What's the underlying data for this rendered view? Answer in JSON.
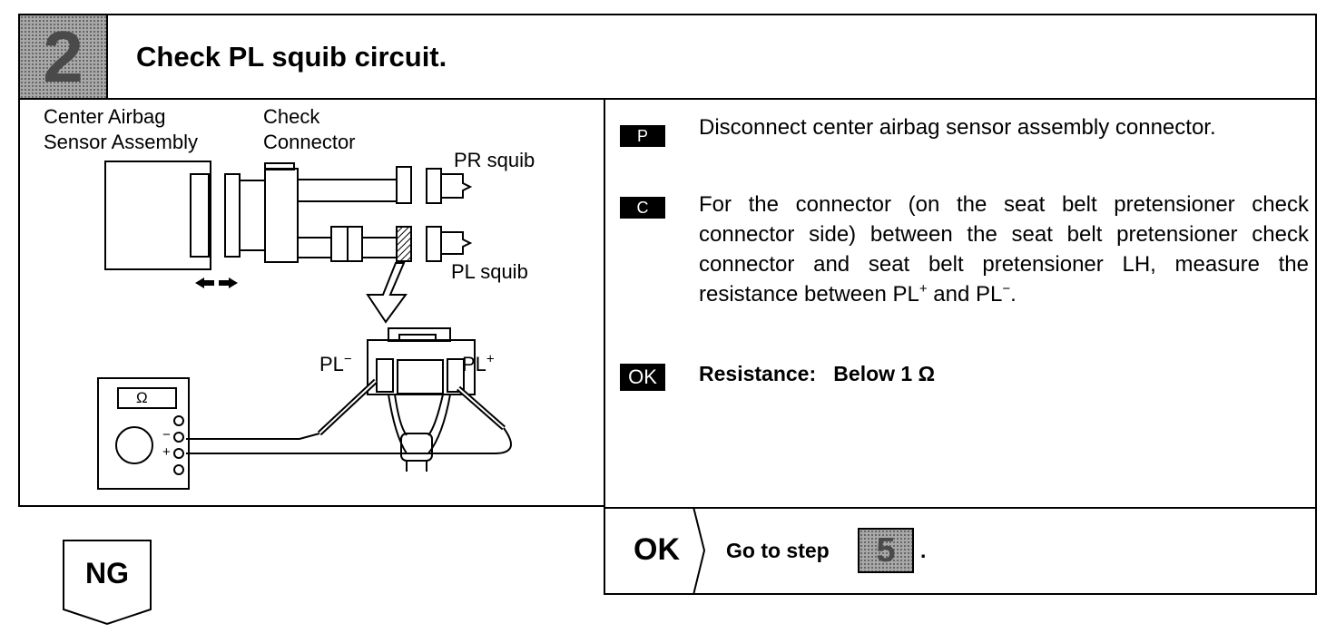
{
  "header": {
    "step_number": "2",
    "title": "Check PL squib circuit."
  },
  "diagram": {
    "label_sensor_line1": "Center Airbag",
    "label_sensor_line2": "Sensor Assembly",
    "label_check_line1": "Check",
    "label_check_line2": "Connector",
    "label_pr_squib": "PR squib",
    "label_pl_squib": "PL squib",
    "label_pl_minus": "PL",
    "label_pl_minus_sup": "−",
    "label_pl_plus": "PL",
    "label_pl_plus_sup": "+",
    "meter_symbol": "Ω",
    "meter_minus": "−",
    "meter_plus": "+"
  },
  "instructions": {
    "p_badge": "P",
    "p_text": "Disconnect center airbag sensor assembly connector.",
    "c_badge": "C",
    "c_text_main": "For the connector (on the seat belt pretensioner check connector side) between the seat belt pretensioner check connector and seat belt pretensioner LH, measure the resistance between",
    "c_pl1": "PL",
    "c_pl1_sup": "+",
    "c_and": "and",
    "c_pl2": "PL",
    "c_pl2_sup": "−",
    "c_end": ".",
    "ok_badge": "OK",
    "ok_spec": "Resistance:   Below 1 Ω"
  },
  "result": {
    "ok_label": "OK",
    "goto_text": "Go to step",
    "goto_step": "5",
    "goto_end": ".",
    "ng_label": "NG"
  }
}
